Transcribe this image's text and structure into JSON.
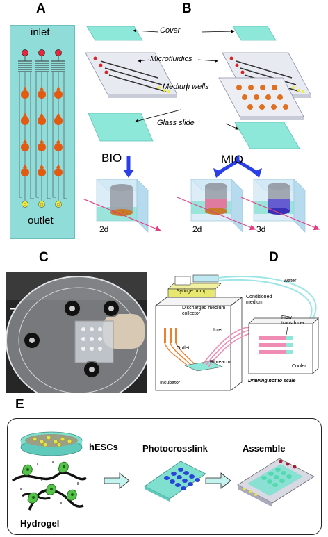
{
  "panels": {
    "a": "A",
    "b": "B",
    "c": "C",
    "d": "D",
    "e": "E"
  },
  "panel_a": {
    "inlet": "inlet",
    "outlet": "outlet"
  },
  "panel_b": {
    "cover": "Cover",
    "microfluidics": "Microfluidics",
    "medium_wells": "Medium wells",
    "glass_slide": "Glass slide",
    "bio": "BIO",
    "mio": "MIO",
    "day_bio": "2d",
    "day_mio_left": "2d",
    "day_mio_right": "3d"
  },
  "panel_d": {
    "syringe_pump": "Syringe pump",
    "water": "Water",
    "discharged_medium_collector": "Discharged medium collector",
    "inlet": "Inlet",
    "outlet": "Outlet",
    "bioreactor": "Bioreactor",
    "incubator": "Incubator",
    "conditioned_medium": "Conditioned medium",
    "flow_transducer": "Flow transducer",
    "cooler": "Cooler",
    "note": "Drawing not to scale"
  },
  "panel_e": {
    "hescs": "hESCs",
    "hydrogel": "Hydrogel",
    "photocrosslink": "Photocrosslink",
    "assemble": "Assemble"
  },
  "colors": {
    "chip": "#8fdcd9",
    "glass": "#7fe0d0",
    "well": "#e07020",
    "arrow_blue": "#2a3fe8",
    "tube_pink": "#f08cb4",
    "tube_cyan": "#9ee6e6",
    "dot_blue": "#2a45d6"
  }
}
